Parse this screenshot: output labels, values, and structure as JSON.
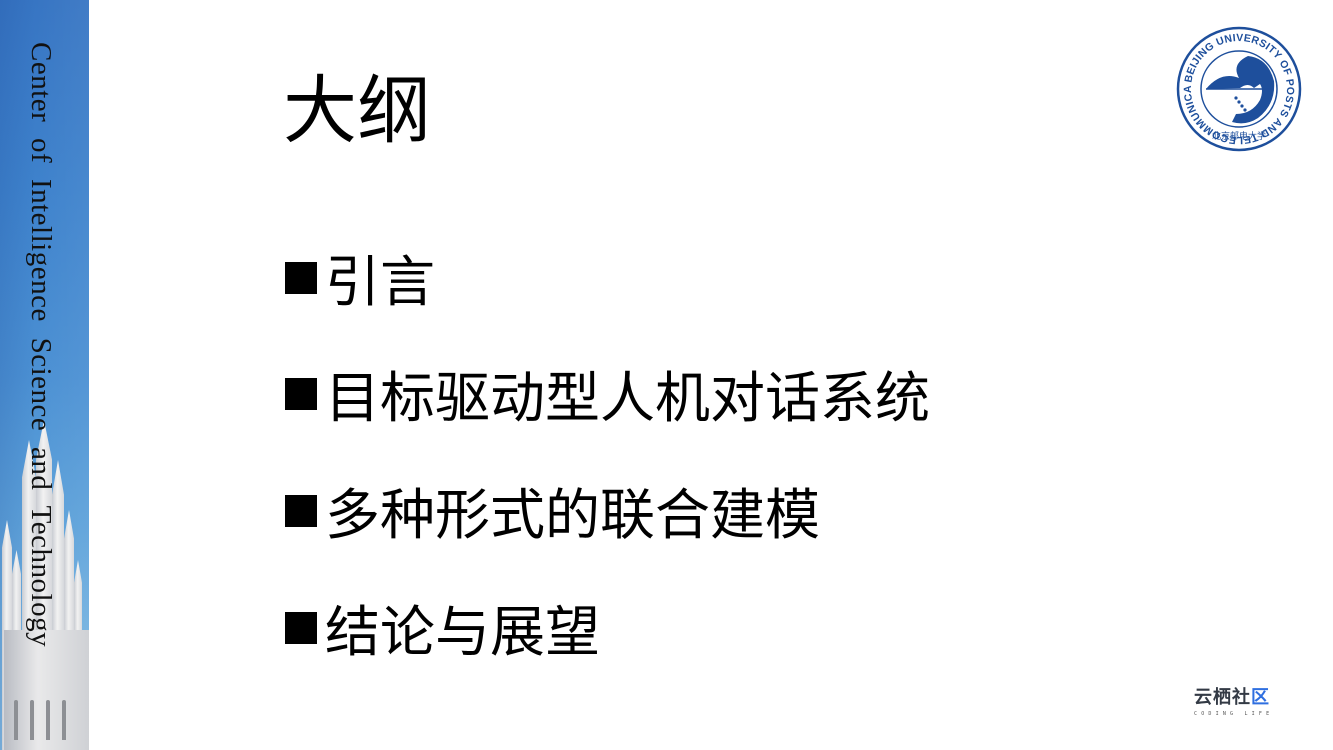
{
  "slide": {
    "title": "大纲",
    "sidebar_caption": "Center of Intelligence Science and Technology",
    "bullet_marker": "■",
    "bullets": [
      {
        "label": "引言"
      },
      {
        "label": "目标驱动型人机对话系统"
      },
      {
        "label": "多种形式的联合建模"
      },
      {
        "label": "结论与展望"
      }
    ]
  },
  "logo": {
    "name": "Beijing University of Posts and Telecommunications",
    "ring_text": "BEIJING UNIVERSITY OF POSTS AND TELECOMMUNICATIONS",
    "chinese_name": "北京邮电大学",
    "color": "#1e4f9c"
  },
  "watermark": {
    "main_prefix": "云栖社",
    "main_accent": "区",
    "subtitle": "CODING LIFE"
  },
  "colors": {
    "sidebar_top": "#3775c3",
    "sidebar_bottom": "#86bde3",
    "text": "#000000",
    "background": "#ffffff",
    "logo_blue": "#1e4f9c"
  }
}
